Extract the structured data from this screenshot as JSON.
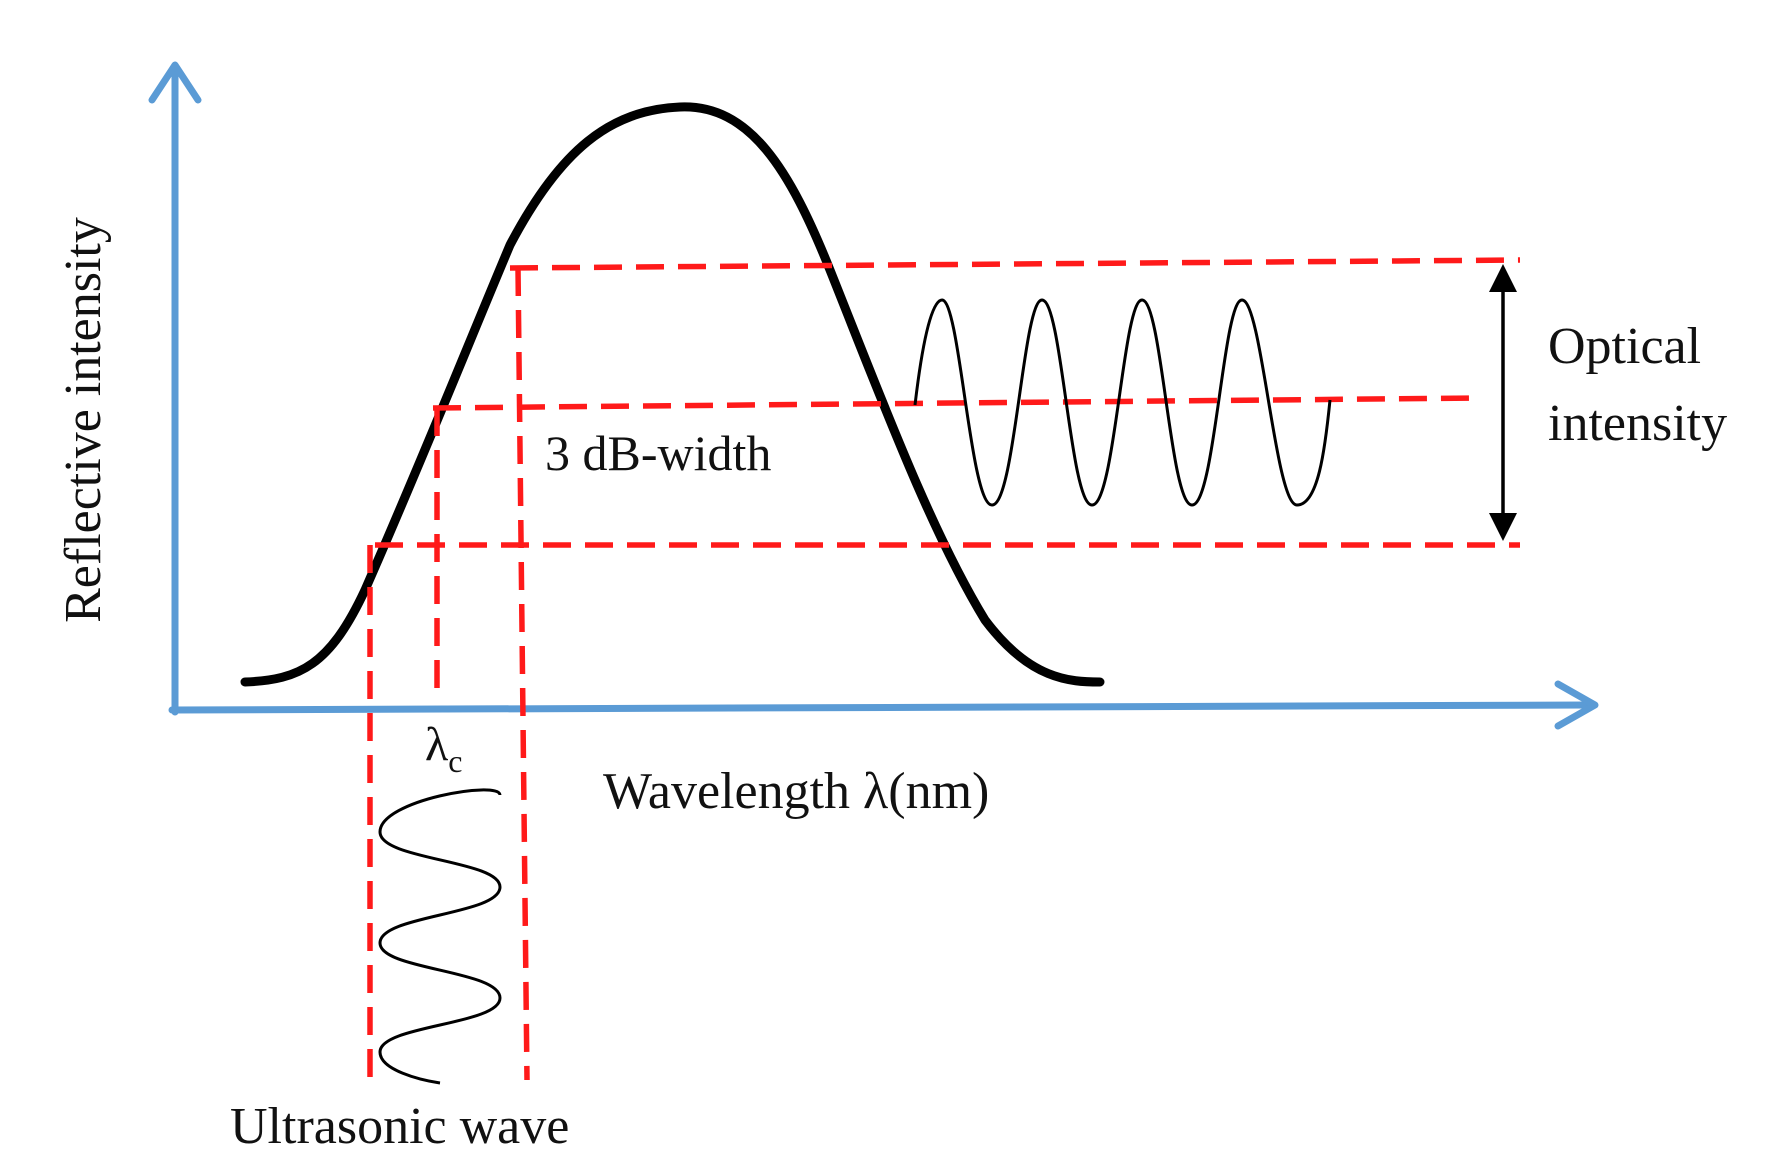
{
  "labels": {
    "y_axis": "Reflective intensity",
    "x_axis": "Wavelength λ(nm)",
    "bandwidth": "3 dB-width",
    "center_wavelength_symbol": "λ",
    "center_wavelength_subscript": "c",
    "optical_label_line1": "Optical",
    "optical_label_line2": "intensity",
    "ultrasonic_label": "Ultrasonic wave"
  },
  "colors": {
    "axis": "#5b9bd5",
    "curve": "#000000",
    "guides": "#ff1a1a",
    "wave": "#000000",
    "text": "#111111"
  }
}
